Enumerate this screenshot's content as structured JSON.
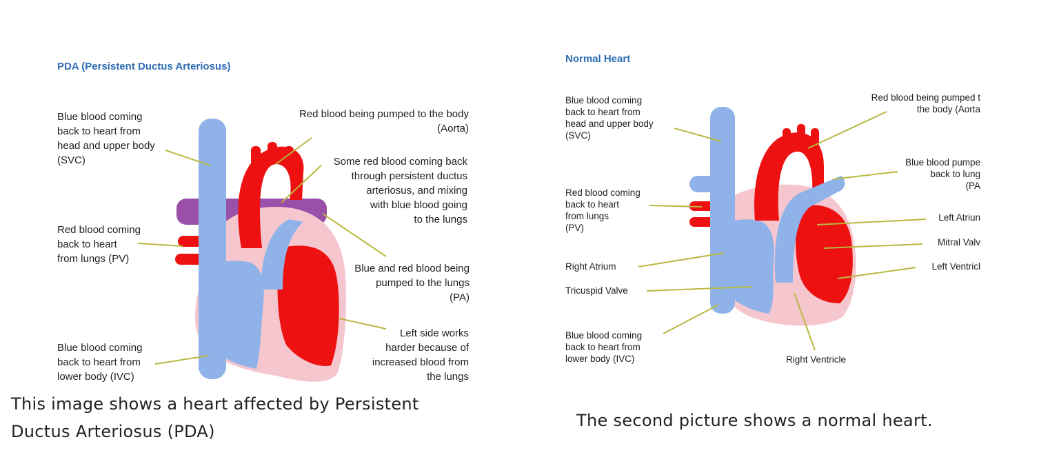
{
  "pda": {
    "title": "PDA (Persistent Ductus Arteriosus)",
    "labels": {
      "svc": "Blue blood coming\nback to heart from\nhead and upper body\n(SVC)",
      "pv": "Red blood coming\nback to heart\nfrom lungs (PV)",
      "ivc": "Blue blood coming\nback to heart from\nlower body (IVC)",
      "aorta": "Red blood being pumped to the body\n(Aorta)",
      "ductus": "Some red blood coming back\nthrough persistent ductus\narteriosus, and mixing\nwith blue blood going\nto the lungs",
      "pa": "Blue and red blood being\npumped to the lungs\n(PA)",
      "left_side": "Left side works\nharder because of\nincreased blood from\nthe lungs"
    },
    "caption": "This image shows a heart affected by Persistent\nDuctus Arteriosus (PDA)"
  },
  "normal": {
    "title": "Normal Heart",
    "labels": {
      "svc": "Blue blood coming\nback to heart from\nhead and upper body\n(SVC)",
      "pv": "Red blood coming\nback to heart\nfrom lungs\n(PV)",
      "right_atrium": "Right Atrium",
      "tricuspid": "Tricuspid Valve",
      "ivc": "Blue blood coming\nback to heart from\nlower body (IVC)",
      "right_ventricle": "Right Ventricle",
      "aorta": "Red blood being pumped t\nthe body (Aorta",
      "pa": "Blue blood pumpe\nback to lung\n(PA",
      "left_atrium": "Left Atriun",
      "mitral": "Mitral Valv",
      "left_ventricle": "Left Ventricl"
    },
    "caption": "The second picture shows a normal heart."
  },
  "colors": {
    "oxygenated": "#ee1111",
    "deoxygenated": "#8fb3e8",
    "mixed": "#9a4fa8",
    "wall": "#f6c6cf",
    "leader": "#b9b840",
    "title": "#2e6db4"
  }
}
